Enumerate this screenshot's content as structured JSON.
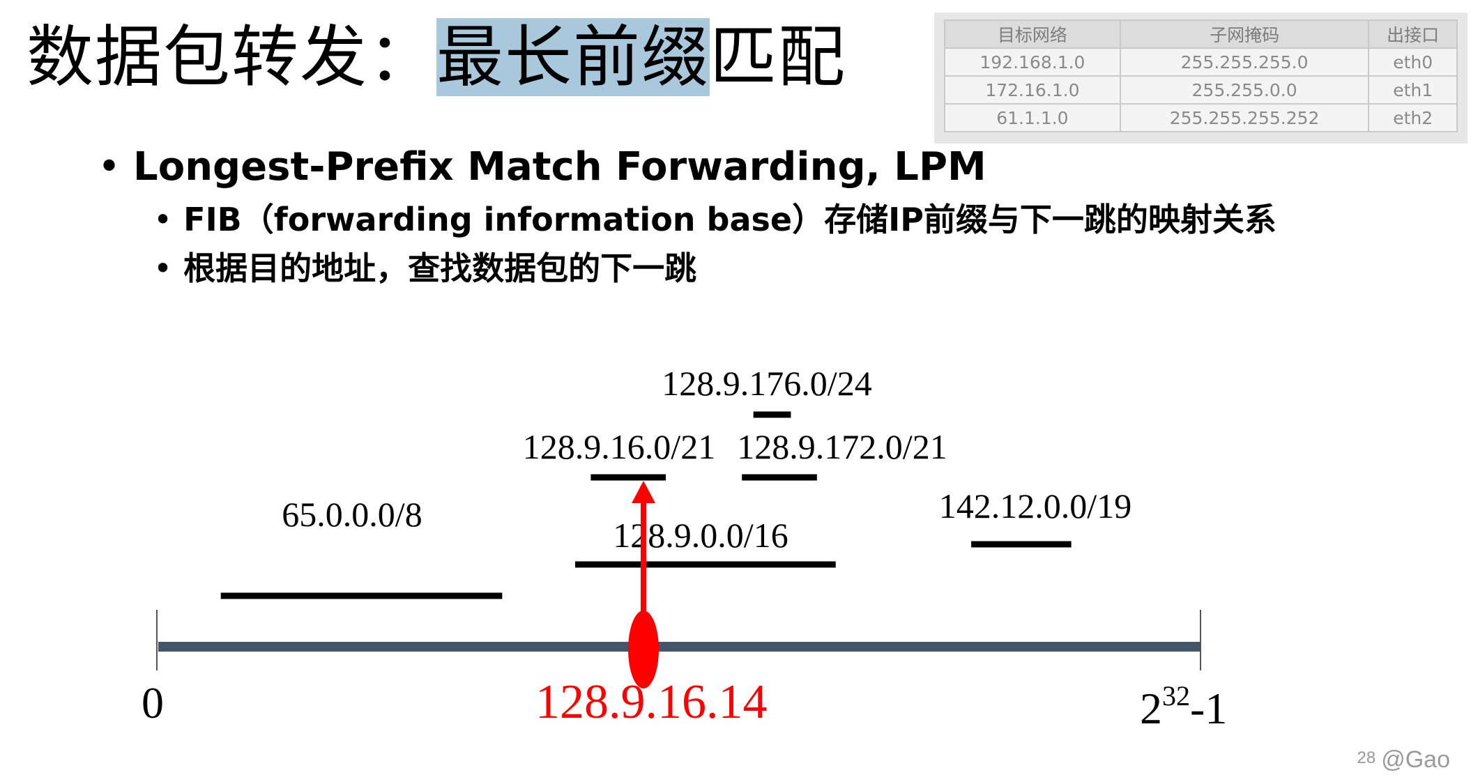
{
  "title": {
    "part1": "数据包转发：",
    "highlight": "最长前缀",
    "part2": "匹配"
  },
  "fib_table": {
    "headers": [
      "目标网络",
      "子网掩码",
      "出接口"
    ],
    "rows": [
      [
        "192.168.1.0",
        "255.255.255.0",
        "eth0"
      ],
      [
        "172.16.1.0",
        "255.255.0.0",
        "eth1"
      ],
      [
        "61.1.1.0",
        "255.255.255.252",
        "eth2"
      ]
    ]
  },
  "bullets": {
    "main": "Longest-Prefix Match Forwarding, LPM",
    "sub": [
      "FIB（forwarding information base）存储IP前缀与下一跳的映射关系",
      "根据目的地址，查找数据包的下一跳"
    ]
  },
  "diagram": {
    "axis_start_label": "0",
    "axis_end_base": "2",
    "axis_end_exp": "32",
    "axis_end_suffix": "-1",
    "address_label": "128.9.16.14",
    "address_color": "#ff0000",
    "axis_color": "#44546a",
    "prefixes": [
      {
        "label": "65.0.0.0/8",
        "start": 0.06,
        "end": 0.33
      },
      {
        "label": "128.9.0.0/16",
        "start": 0.4,
        "end": 0.65
      },
      {
        "label": "128.9.16.0/21",
        "start": 0.415,
        "end": 0.487
      },
      {
        "label": "128.9.172.0/21",
        "start": 0.56,
        "end": 0.632
      },
      {
        "label": "128.9.176.0/24",
        "start": 0.571,
        "end": 0.607
      },
      {
        "label": "142.12.0.0/19",
        "start": 0.78,
        "end": 0.876
      }
    ]
  },
  "footer": {
    "page": "28",
    "author": "@Gao"
  }
}
